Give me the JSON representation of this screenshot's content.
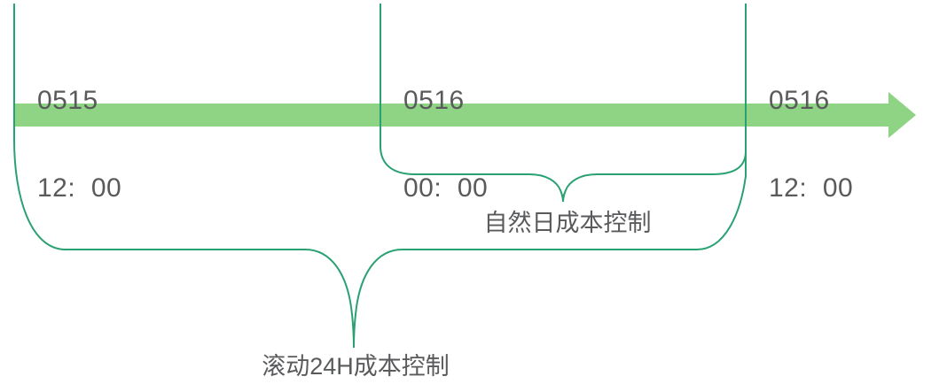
{
  "colors": {
    "timeline_fill": "#8ED484",
    "brace_stroke": "#2AA173",
    "label_text": "#595A5C",
    "background": "#FFFFFF"
  },
  "timeline": {
    "direction": "left-to-right",
    "ticks": [
      {
        "date": "0515",
        "time": "12:  00"
      },
      {
        "date": "0516",
        "time": "00:  00"
      },
      {
        "date": "0516",
        "time": "12:  00"
      }
    ]
  },
  "braces": [
    {
      "id": "natural-day",
      "label": "自然日成本控制",
      "from": "0516 00:00",
      "to": "0516 12:00"
    },
    {
      "id": "rolling-24h",
      "label": "滚动24H成本控制",
      "from": "0515 12:00",
      "to": "0516 12:00"
    }
  ]
}
